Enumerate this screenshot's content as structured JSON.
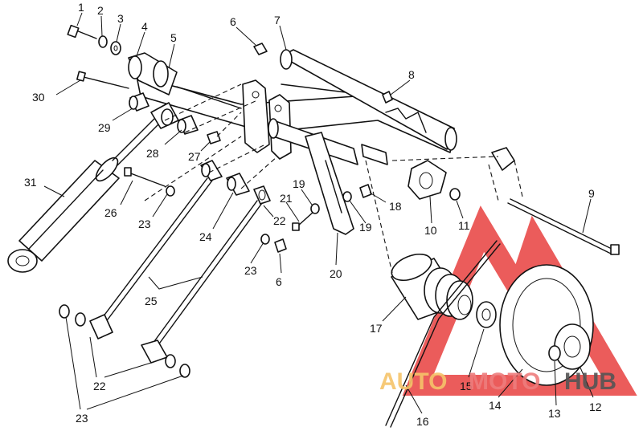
{
  "callouts": {
    "c1": "1",
    "c2": "2",
    "c3": "3",
    "c4": "4",
    "c5": "5",
    "c6a": "6",
    "c6b": "6",
    "c7": "7",
    "c8": "8",
    "c9": "9",
    "c10": "10",
    "c11": "11",
    "c12": "12",
    "c13": "13",
    "c14": "14",
    "c15": "15",
    "c16": "16",
    "c17": "17",
    "c18": "18",
    "c19a": "19",
    "c19b": "19",
    "c20": "20",
    "c21": "21",
    "c22a": "22",
    "c22b": "22",
    "c23a": "23",
    "c23b": "23",
    "c23c": "23",
    "c24": "24",
    "c25": "25",
    "c26": "26",
    "c27": "27",
    "c28": "28",
    "c29": "29",
    "c30": "30",
    "c31": "31"
  },
  "watermark": {
    "part1": "AUTO",
    "part2": "MOTO",
    "part3": "HUB",
    "color1": "#f6c46a",
    "color2": "#ee7d7d",
    "color3": "#555555",
    "logo_color": "#e8403e"
  }
}
